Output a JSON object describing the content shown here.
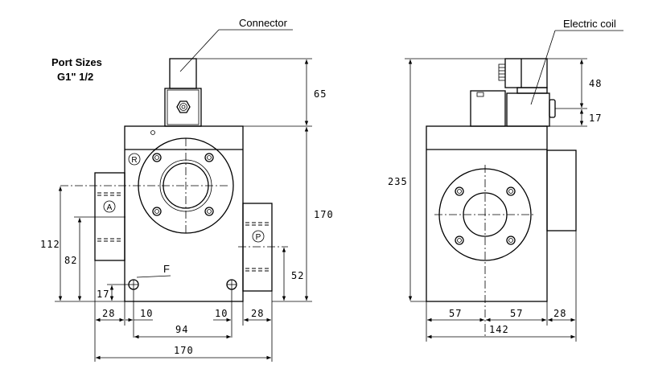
{
  "labels": {
    "connector": "Connector",
    "electric_coil": "Electric coil",
    "port_sizes_title": "Port Sizes",
    "port_sizes_value": "G1\" 1/2",
    "port_r": "R",
    "port_a": "A",
    "port_p": "P",
    "drain_f": "F"
  },
  "front_view": {
    "d65": "65",
    "d170_v": "170",
    "d112": "112",
    "d82": "82",
    "d17": "17",
    "d52": "52",
    "d28_left": "28",
    "d10_left": "10",
    "d10_right": "10",
    "d28_right": "28",
    "d94": "94",
    "d170_h": "170"
  },
  "side_view": {
    "d48": "48",
    "d17": "17",
    "d235": "235",
    "d57_left": "57",
    "d57_right": "57",
    "d28": "28",
    "d142": "142"
  }
}
